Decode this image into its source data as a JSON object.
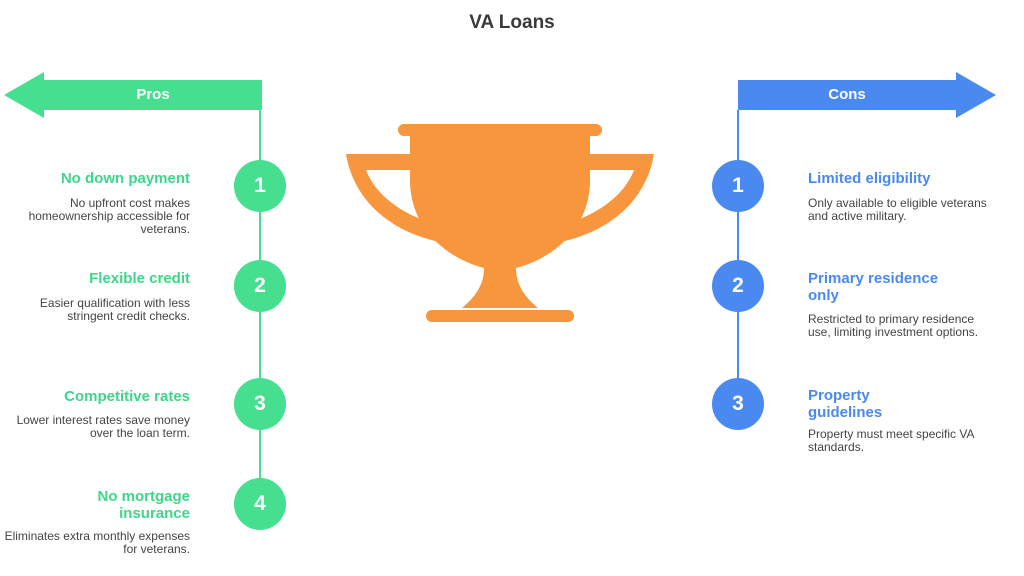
{
  "title": "VA Loans",
  "colors": {
    "pros_green": "#46de8f",
    "cons_blue": "#4a8af0",
    "trophy_orange": "#f7963c",
    "text_dark": "#3a3a3a"
  },
  "pros": {
    "label": "Pros",
    "items": [
      {
        "number": "1",
        "title": "No down payment",
        "description": "No upfront cost makes homeownership accessible for veterans."
      },
      {
        "number": "2",
        "title": "Flexible credit",
        "description": "Easier qualification with less stringent credit checks."
      },
      {
        "number": "3",
        "title": "Competitive rates",
        "description": "Lower interest rates save money over the loan term."
      },
      {
        "number": "4",
        "title": "No mortgage insurance",
        "description": "Eliminates extra monthly expenses for veterans."
      }
    ]
  },
  "cons": {
    "label": "Cons",
    "items": [
      {
        "number": "1",
        "title": "Limited eligibility",
        "description": "Only available to eligible veterans and active military."
      },
      {
        "number": "2",
        "title": "Primary residence only",
        "description": "Restricted to primary residence use, limiting investment options."
      },
      {
        "number": "3",
        "title": "Property guidelines",
        "description": "Property must meet specific VA standards."
      }
    ]
  },
  "icons": {
    "center": "trophy-icon",
    "pros_banner": "arrow-left-icon",
    "cons_banner": "arrow-right-icon"
  }
}
